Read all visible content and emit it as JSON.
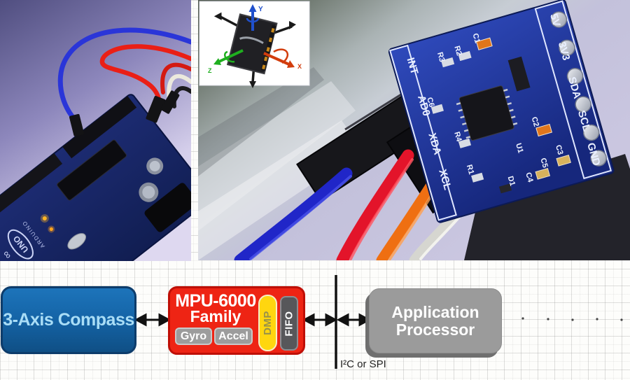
{
  "colors": {
    "compass_fill": "#1565a8",
    "compass_border": "#0d3c6b",
    "compass_text": "#a9ddf6",
    "mpu_fill": "#ee2414",
    "mpu_border": "#bf0f06",
    "subchip_fill": "#9c9c9c",
    "subchip_border": "#c9c9c9",
    "dmp_fill": "#ffd60f",
    "dmp_text": "#97914a",
    "fifo_fill": "#57575a",
    "processor_fill": "#9b9b9b",
    "processor_shadow": "#6f6f6f",
    "arrow": "#111111"
  },
  "photos": {
    "left": {
      "board_logo": "UNO",
      "board_brand": "ARDUINO"
    },
    "right": {
      "pins_right": [
        "5V",
        "3V3",
        "SDA",
        "SCL",
        "GND"
      ],
      "pins_left": [
        "INT",
        "AD0",
        "XDA",
        "XCL"
      ],
      "component_labels": [
        "R3",
        "R2",
        "C1",
        "C6",
        "R4",
        "R1",
        "C2",
        "U1",
        "C3",
        "C4",
        "C5",
        "D1"
      ],
      "inset": {
        "axis_y": "Y",
        "axis_z": "Z",
        "axis_x": "X"
      }
    }
  },
  "diagram": {
    "compass_label": "3-Axis Compass",
    "mpu_title_line1": "MPU-6000",
    "mpu_title_line2": "Family",
    "gyro_label": "Gyro",
    "accel_label": "Accel",
    "dmp_label": "DMP",
    "fifo_label": "FIFO",
    "processor_line1": "Application",
    "processor_line2": "Processor",
    "bus_label": "I²C or SPI"
  }
}
